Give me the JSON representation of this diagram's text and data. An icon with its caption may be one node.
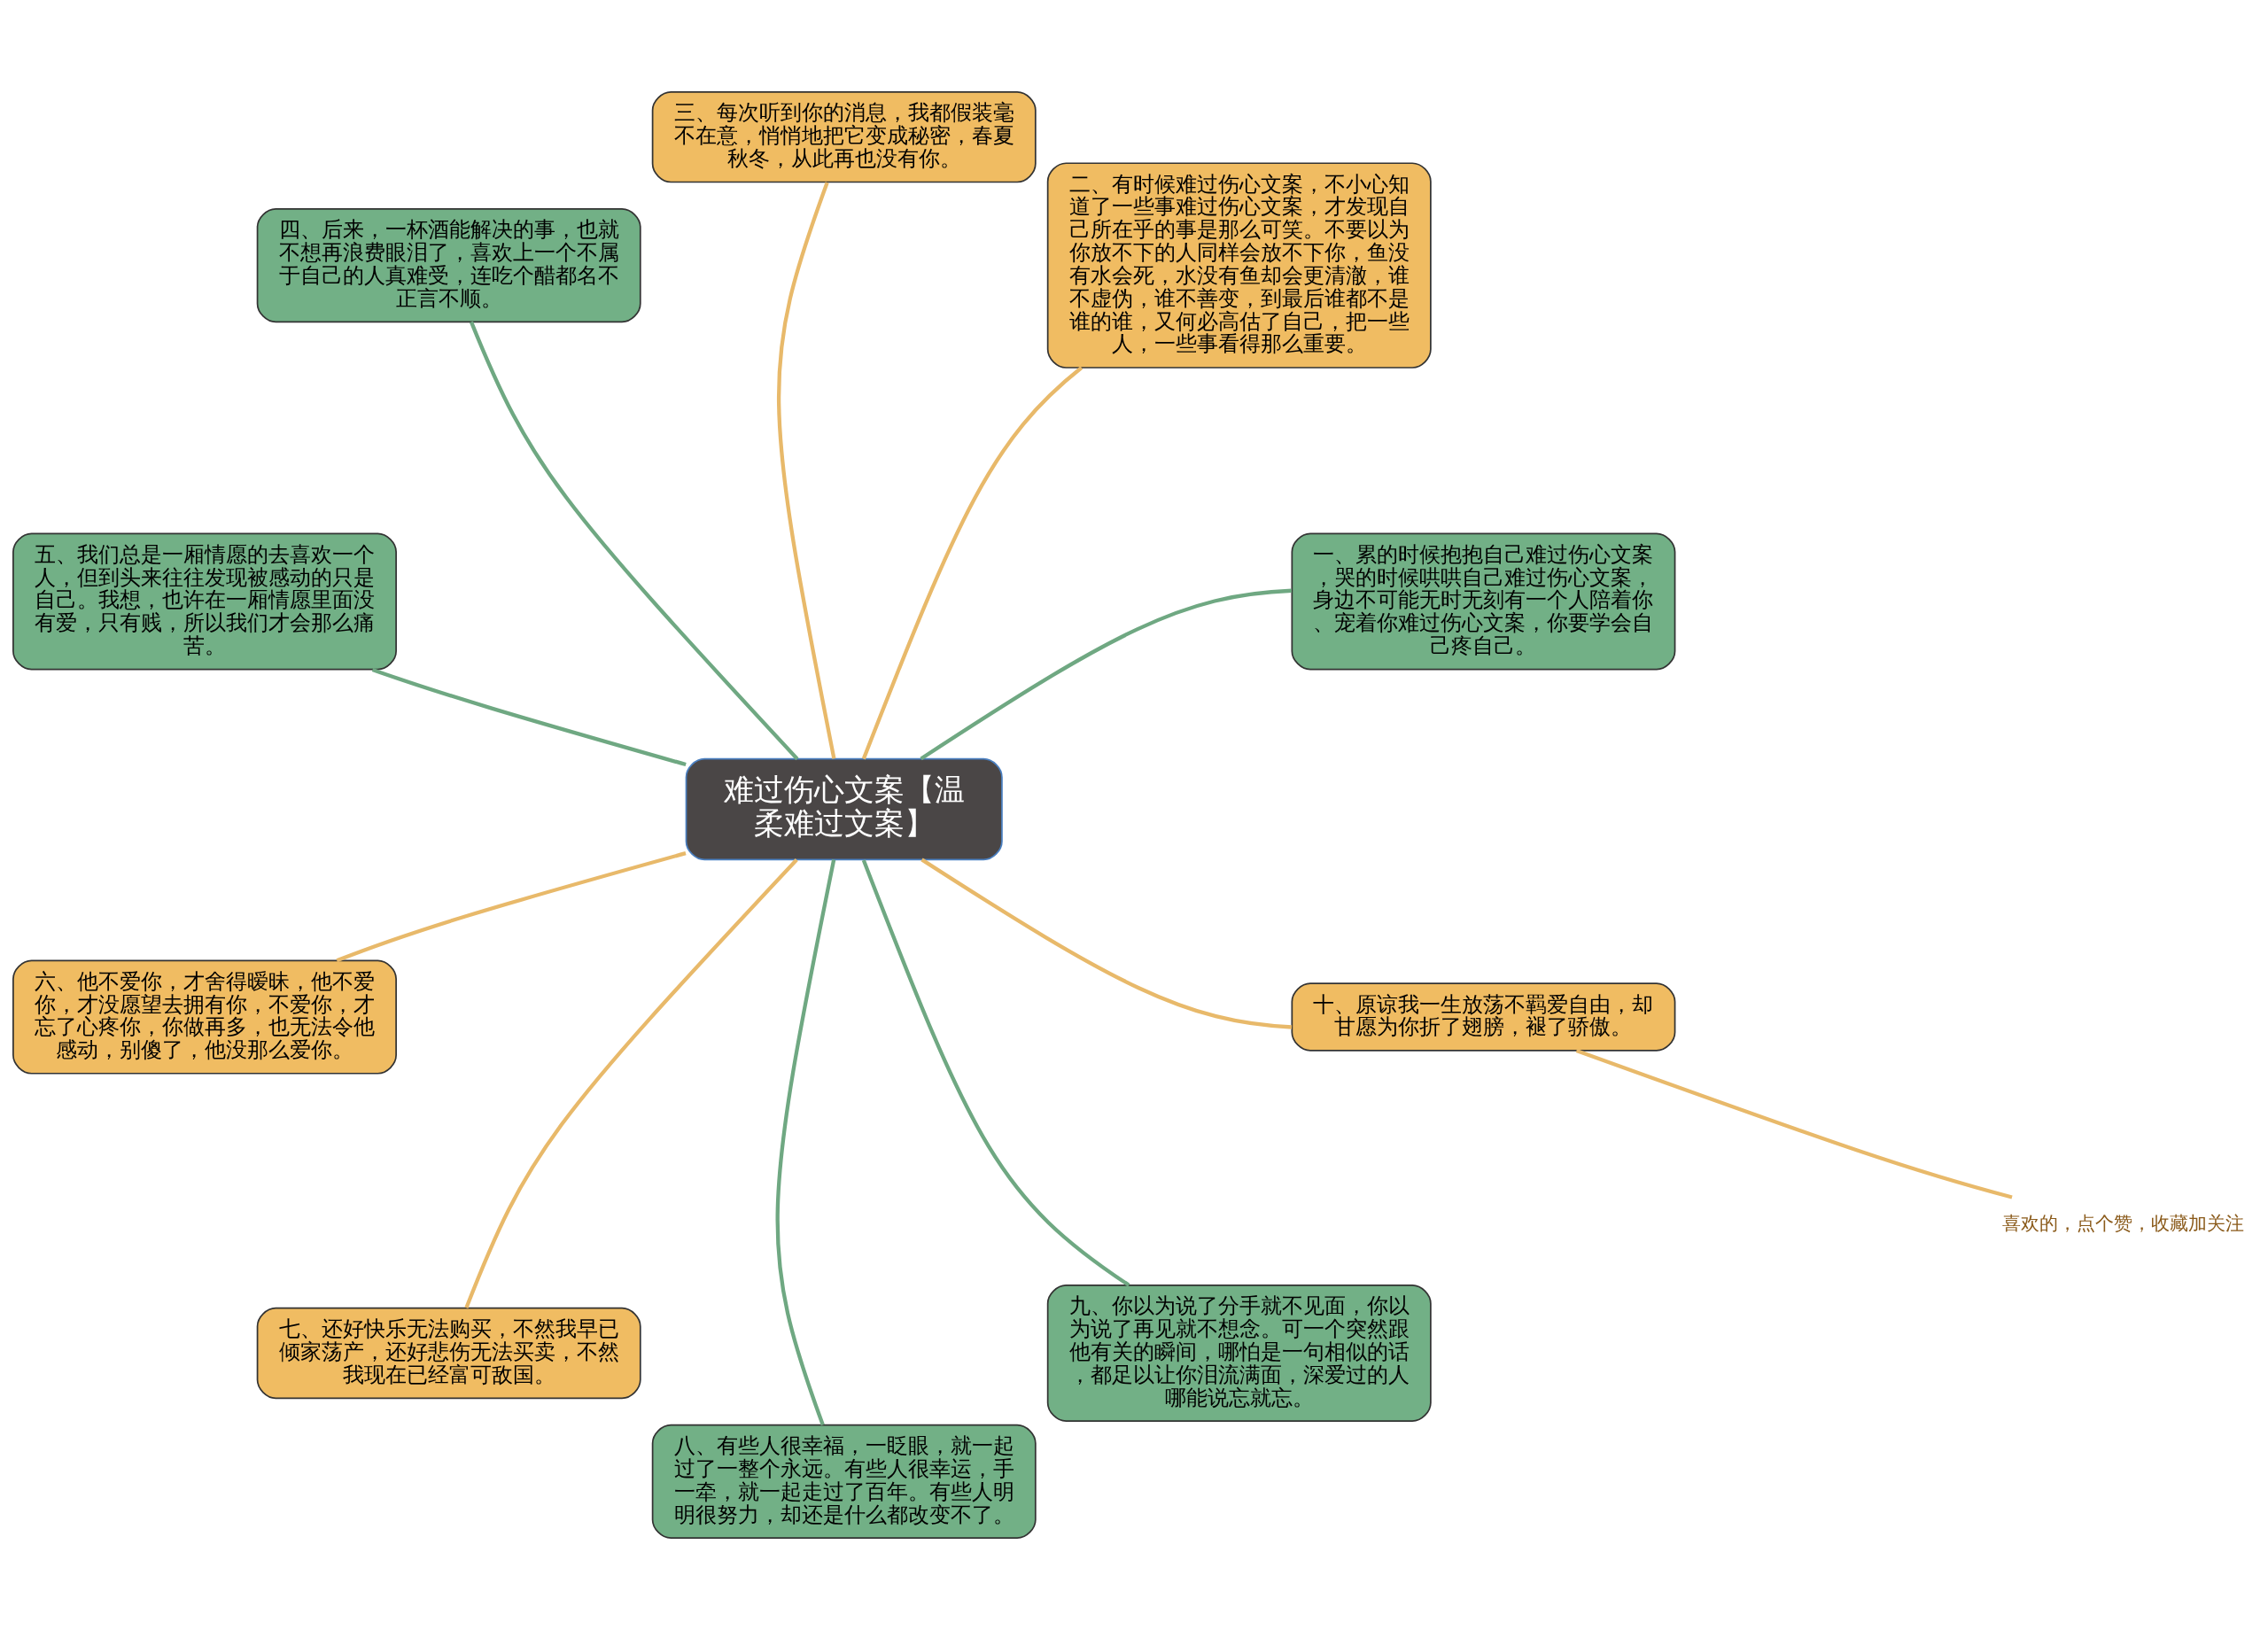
{
  "diagram": {
    "nodes": [
      {
        "text": [
          "难过伤心文案【温柔难过文案】"
        ]
      },
      {
        "text": [
          "一、累的时候抱抱自己难过伤心文案，哭的时候哄哄自己难过伤心文案，身边不可能无时无刻有一个人陪着你、宠着你难过伤心文案，你要学会自己疼自己。"
        ]
      },
      {
        "text": [
          "二、有时候难过伤心文案，不小心知道了一些事难过伤心文案，才发现自己所在乎的事是那么可笑。不要以为你放不下的人同样会放不下你，鱼没有水会死，水没有鱼却会更清澈，谁不虚伪，谁不善变，到最后谁都不是谁的谁，又何必高估了自己，把一些人，一些事看得那么重要。"
        ]
      },
      {
        "text": [
          "三、每次听到你的消息，我都假装毫不在意，悄悄地把它变成秘密，春夏秋冬，从此再也没有你。"
        ]
      },
      {
        "text": [
          "四、后来，一杯酒能解决的事，也就不想再浪费眼泪了，喜欢上一个不属于自己的人真难受，连吃个醋都名不正言不顺。"
        ]
      },
      {
        "text": [
          "五、我们总是一厢情愿的去喜欢一个人，但到头来往往发现被感动的只是自己。我想，也许在一厢情愿里面没有爱，只有贱，所以我们才会那么痛苦。"
        ]
      },
      {
        "text": [
          "六、他不爱你，才舍得暧昧，他不爱你，才没愿望去拥有你，不爱你，才忘了心疼你，你做再多，也无法令他感动，别傻了，他没那么爱你。"
        ]
      },
      {
        "text": [
          "七、还好快乐无法购买，不然我早已倾家荡产，还好悲伤无法买卖，不然我现在已经富可敌国。"
        ]
      },
      {
        "text": [
          "八、有些人很幸福，一眨眼，就一起过了一整个永远。有些人很幸运，手一牵，就一起走过了百年。有些人明明很努力，却还是什么都改变不了。"
        ]
      },
      {
        "text": [
          "九、你以为说了分手就不见面，你以为说了再见就不想念。可一个突然跟他有关的瞬间，哪怕是一句相似的话，都足以让你泪流满面，深爱过的人哪能说忘就忘。"
        ]
      },
      {
        "text": [
          "十、原谅我一生放荡不羁爱自由，却甘愿为你折了翅膀，褪了骄傲。"
        ]
      },
      {
        "text": [
          "喜欢的，点个赞，收藏加关注"
        ]
      }
    ],
    "edges": [
      {
        "from": 0,
        "to": 1,
        "arrow": "none",
        "color": "#6fa882"
      },
      {
        "from": 0,
        "to": 2,
        "arrow": "none"
      },
      {
        "from": 0,
        "to": 3,
        "arrow": "none"
      },
      {
        "from": 0,
        "to": 4,
        "arrow": "none",
        "color": "#6fa882"
      },
      {
        "from": 0,
        "to": 5,
        "arrow": "none",
        "color": "#6fa882"
      },
      {
        "from": 0,
        "to": 6,
        "arrow": "none"
      },
      {
        "from": 0,
        "to": 7,
        "arrow": "none"
      },
      {
        "from": 0,
        "to": 8,
        "arrow": "none",
        "color": "#6fa882"
      },
      {
        "from": 0,
        "to": 9,
        "arrow": "none",
        "color": "#6fa882"
      },
      {
        "from": 0,
        "to": 10,
        "arrow": "none"
      },
      {
        "from": 10,
        "to": 11,
        "arrow": "none"
      }
    ]
  }
}
